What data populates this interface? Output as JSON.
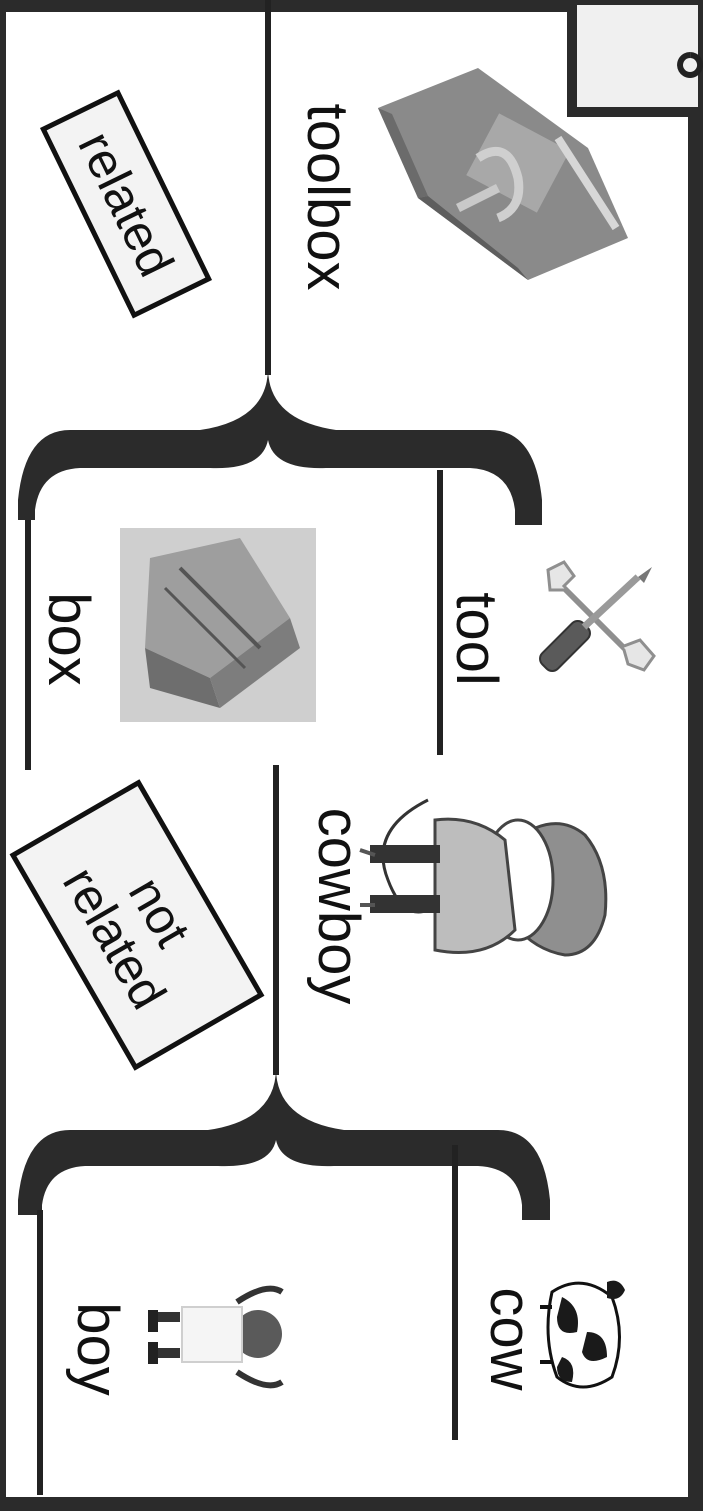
{
  "words": {
    "compound_1": "toolbox",
    "part_1a": "tool",
    "part_1b": "box",
    "compound_2": "cowboy",
    "part_2a": "cow",
    "part_2b": "boy"
  },
  "tags": {
    "related": "related",
    "not_related_line1": "not",
    "not_related_line2": "related"
  },
  "colors": {
    "ink": "#1a1a1a",
    "border": "#2b2b2b",
    "tag_fill": "#f3f3f3",
    "title_fill": "#f0f0f0"
  },
  "icons": [
    "toolbox-icon",
    "tools-icon",
    "box-icon",
    "cowboy-icon",
    "cow-icon",
    "boy-icon"
  ]
}
